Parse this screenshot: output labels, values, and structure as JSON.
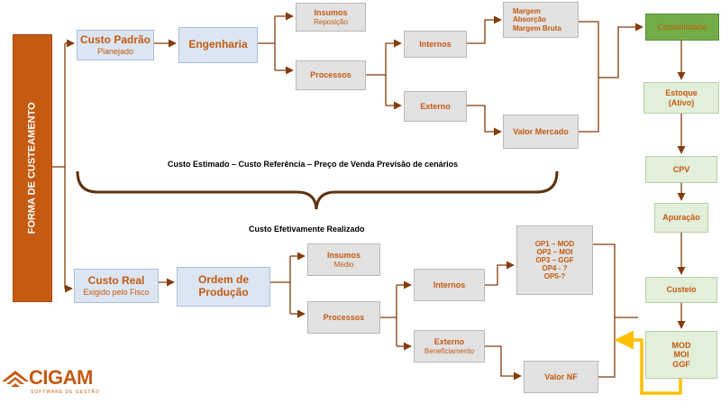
{
  "root": {
    "label": "FORMA DE CUSTEAMENTO"
  },
  "top": {
    "custo_padrao": {
      "title": "Custo Padrão",
      "subtitle": "Planejado"
    },
    "engenharia": "Engenharia",
    "insumos": {
      "title": "Insumos",
      "subtitle": "Reposição"
    },
    "processos": "Processos",
    "internos": "Internos",
    "externo": "Externo",
    "margens": [
      "Margem",
      "Absorção",
      "Margem Bruta"
    ],
    "valor_mercado": "Valor Mercado"
  },
  "captions": {
    "estimado": "Custo Estimado – Custo Referência – Preço de Venda Previsão de cenários",
    "realizado": "Custo Efetivamente Realizado"
  },
  "bottom": {
    "custo_real": {
      "title": "Custo Real",
      "subtitle": "Exigido pelo Fisco"
    },
    "ordem": [
      "Ordem de",
      "Produção"
    ],
    "insumos": {
      "title": "Insumos",
      "subtitle": "Médio"
    },
    "processos": "Processos",
    "internos": "Internos",
    "externo": {
      "title": "Externo",
      "subtitle": "Beneficiamento"
    },
    "ops": [
      "OP1 – MOD",
      "OP2 – MOI",
      "OP3 – GGF",
      "OP4 - ?",
      "OP5-?"
    ],
    "valor_nf": "Valor NF"
  },
  "right_chain": {
    "contabilidade": "Contabilidade",
    "estoque": [
      "Estoque",
      "(Ativo)"
    ],
    "cpv": "CPV",
    "apuracao": "Apuração",
    "custeio": "Custeio",
    "mod_moi_ggf": [
      "MOD",
      "MOI",
      "GGF"
    ]
  },
  "logo": {
    "brand": "CIGAM",
    "tagline": "SOFTWARE DE GESTÃO"
  },
  "colors": {
    "root_fill": "#c55a11",
    "accent_text": "#c55a11",
    "contabilidade_fill": "#70ad47",
    "connector": "#843c0c",
    "highlight_arrow": "#ffc000"
  }
}
